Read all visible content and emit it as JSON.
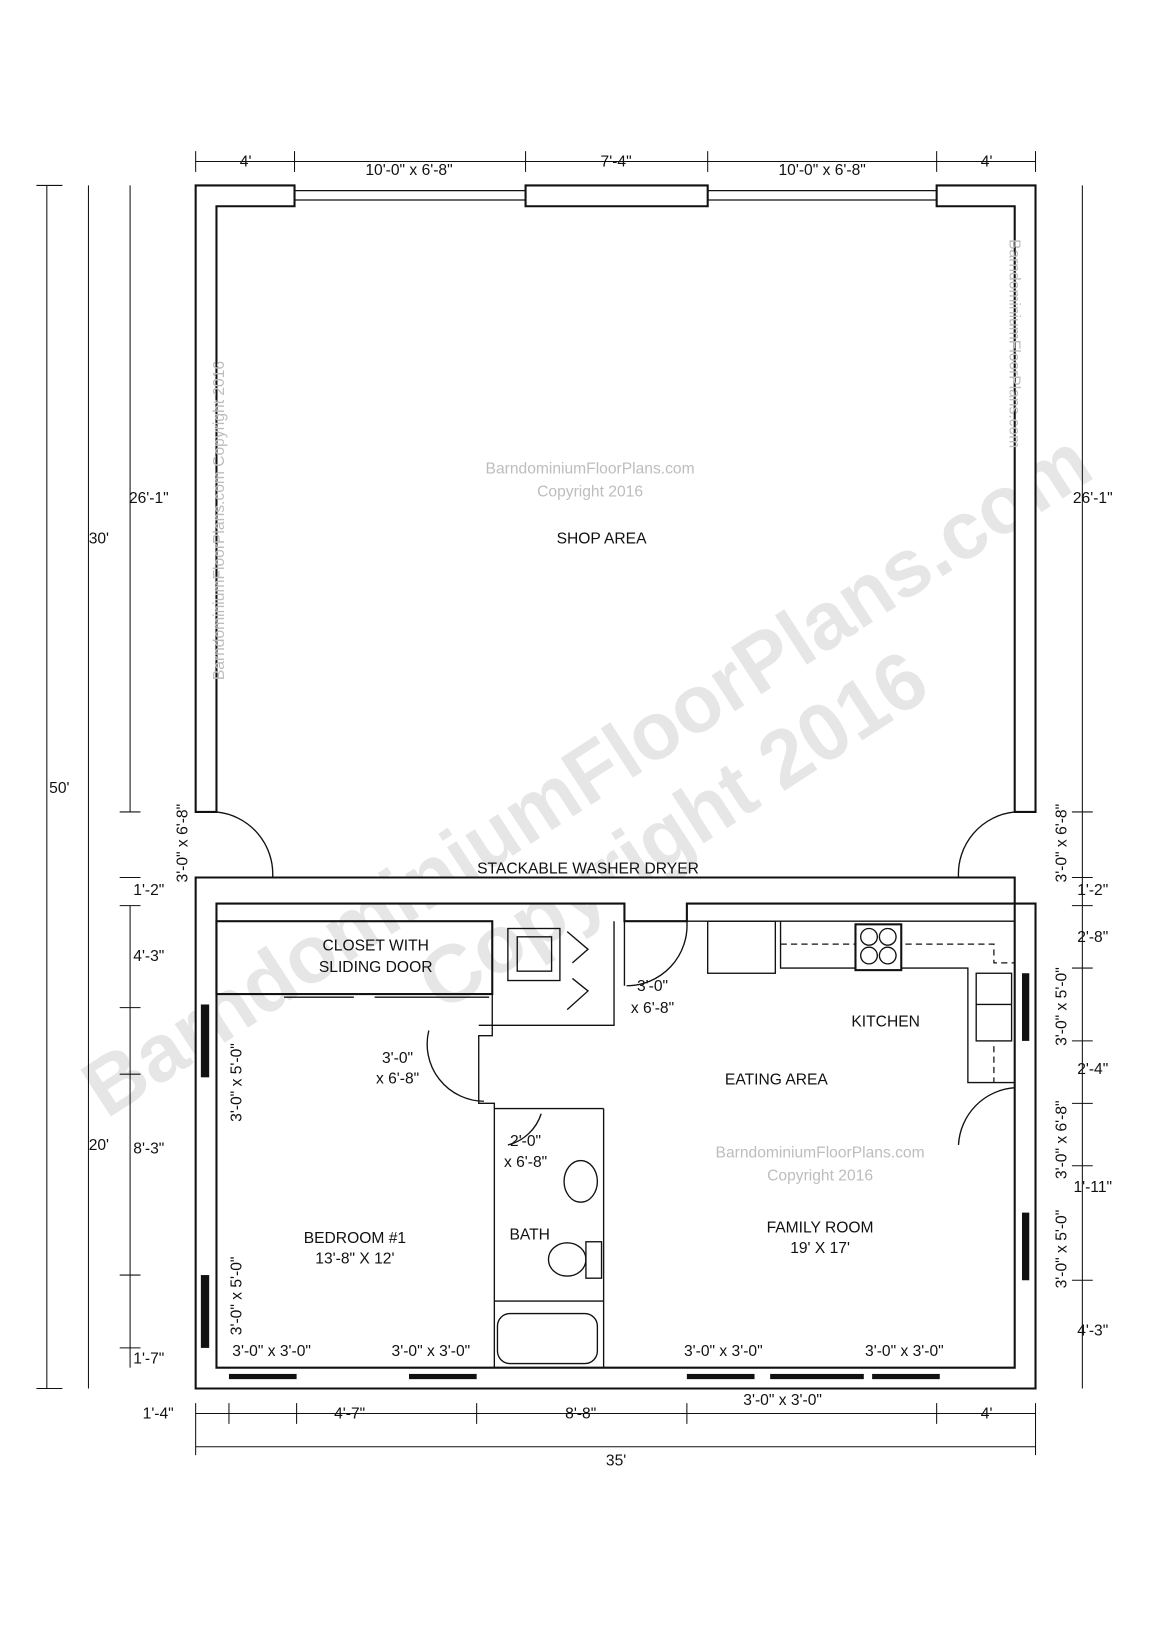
{
  "rooms": {
    "shop": "SHOP AREA",
    "washer": "STACKABLE WASHER DRYER",
    "closet1": "CLOSET WITH",
    "closet2": "SLIDING DOOR",
    "kitchen": "KITCHEN",
    "eating": "EATING AREA",
    "bath": "BATH",
    "bedroom": "BEDROOM #1",
    "bedroom_size": "13'-8\" X 12'",
    "family": "FAMILY ROOM",
    "family_size": "19' X 17'"
  },
  "doors": {
    "d1a": "3'-0\"",
    "d1b": "x 6'-8\"",
    "d2a": "3'-0\"",
    "d2b": "x 6'-8\"",
    "d3a": "2'-0\"",
    "d3b": "x 6'-8\"",
    "shop_left": "3'-0\" x 6'-8\"",
    "shop_right": "3'-0\" x 6'-8\"",
    "family_right": "3'-0\" x 6'-8\""
  },
  "windows": {
    "bed_w1": "3'-0\" x 5'-0\"",
    "bed_w2": "3'-0\" x 5'-0\"",
    "b1": "3'-0\" x 3'-0\"",
    "b2": "3'-0\" x 3'-0\"",
    "b3": "3'-0\" x 3'-0\"",
    "b4": "3'-0\" x 3'-0\"",
    "kitchen": "3'-0\" x 5'-0\"",
    "family": "3'-0\" x 5'-0\""
  },
  "dims": {
    "top": [
      "4'",
      "10'-0\" x 6'-8\"",
      "7'-4\"",
      "10'-0\" x 6'-8\"",
      "4'"
    ],
    "left": [
      "50'",
      "30'",
      "26'-1\"",
      "1'-2\"",
      "4'-3\"",
      "20'",
      "8'-3\"",
      "1'-7\""
    ],
    "right": [
      "26'-1\"",
      "1'-2\"",
      "2'-8\"",
      "2'-4\"",
      "1'-11\"",
      "4'-3\""
    ],
    "bottom": [
      "1'-4\"",
      "4'-7\"",
      "8'-8\"",
      "3'-0\" x 3'-0\"",
      "4'",
      "35'"
    ]
  },
  "watermark": {
    "site": "BarndominiumFloorPlans.com",
    "copyright": "Copyright 2016",
    "vertical": "BarndominiumFloorPlans.com Copyright 2016",
    "big1": "BarndominiumFloorPlans.com",
    "big2": "Copyright 2016"
  }
}
